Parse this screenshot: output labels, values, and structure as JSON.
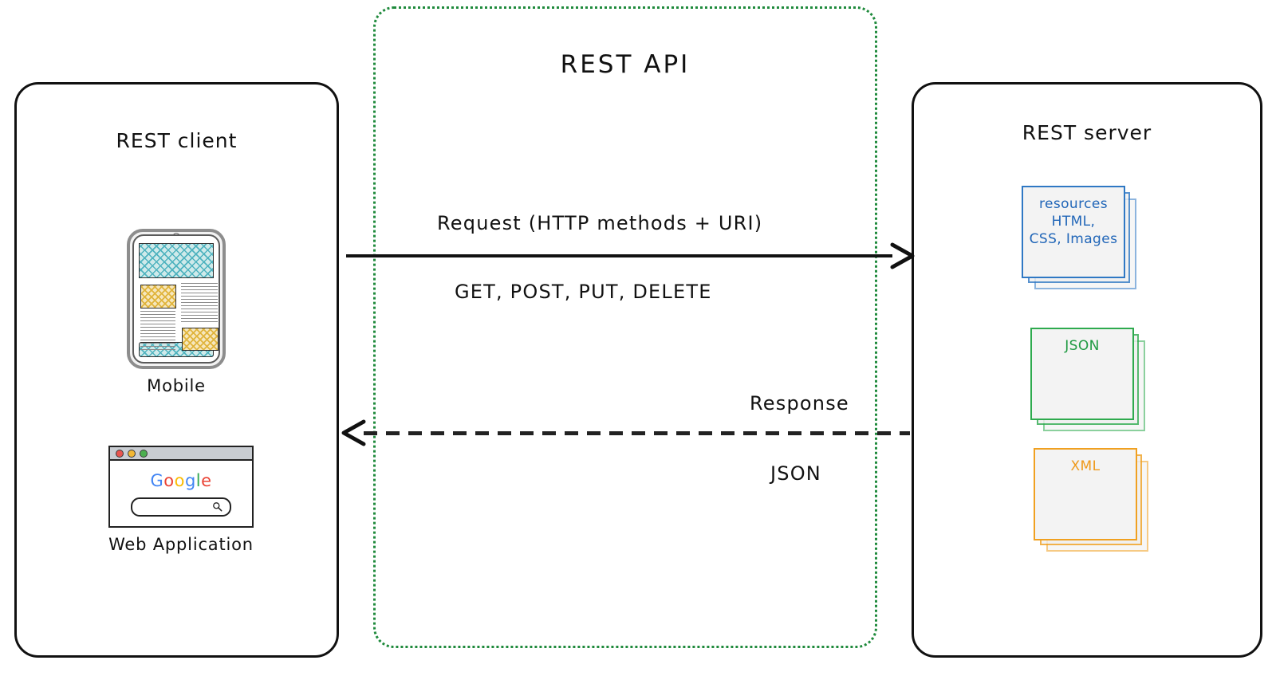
{
  "diagram": {
    "title": "REST API",
    "client": {
      "title": "REST client",
      "devices": [
        {
          "label": "Mobile",
          "type": "phone-mockup"
        },
        {
          "label": "Web Application",
          "type": "browser-mockup"
        }
      ],
      "browser": {
        "wordmark": "Google",
        "wordmark_letters": [
          {
            "char": "G",
            "color": "#4285F4"
          },
          {
            "char": "o",
            "color": "#EA4335"
          },
          {
            "char": "o",
            "color": "#FBBC05"
          },
          {
            "char": "g",
            "color": "#4285F4"
          },
          {
            "char": "l",
            "color": "#34A853"
          },
          {
            "char": "e",
            "color": "#EA4335"
          }
        ],
        "window_dots": [
          "red",
          "yellow",
          "green"
        ],
        "search_placeholder": ""
      }
    },
    "server": {
      "title": "REST server",
      "stacks": [
        {
          "name": "resources",
          "lines": [
            "resources",
            "HTML,",
            "CSS, Images"
          ],
          "color": "#2166b8"
        },
        {
          "name": "json",
          "lines": [
            "JSON"
          ],
          "color": "#1f9a42"
        },
        {
          "name": "xml",
          "lines": [
            "XML"
          ],
          "color": "#ef9a1c"
        }
      ]
    },
    "flows": [
      {
        "name": "request",
        "direction": "client-to-server",
        "style": "solid",
        "label_top": "Request (HTTP methods + URI)",
        "label_bottom": "GET, POST, PUT, DELETE"
      },
      {
        "name": "response",
        "direction": "server-to-client",
        "style": "dashed",
        "label_top": "Response",
        "label_bottom": "JSON"
      }
    ],
    "colors": {
      "api_border": "#1f8a3c",
      "box_border": "#111111",
      "resources_accent": "#2f78c4",
      "json_accent": "#2eaa4e",
      "xml_accent": "#f0a020",
      "hatch_teal": "#4fb3bf",
      "hatch_gold": "#e0b43c"
    }
  }
}
